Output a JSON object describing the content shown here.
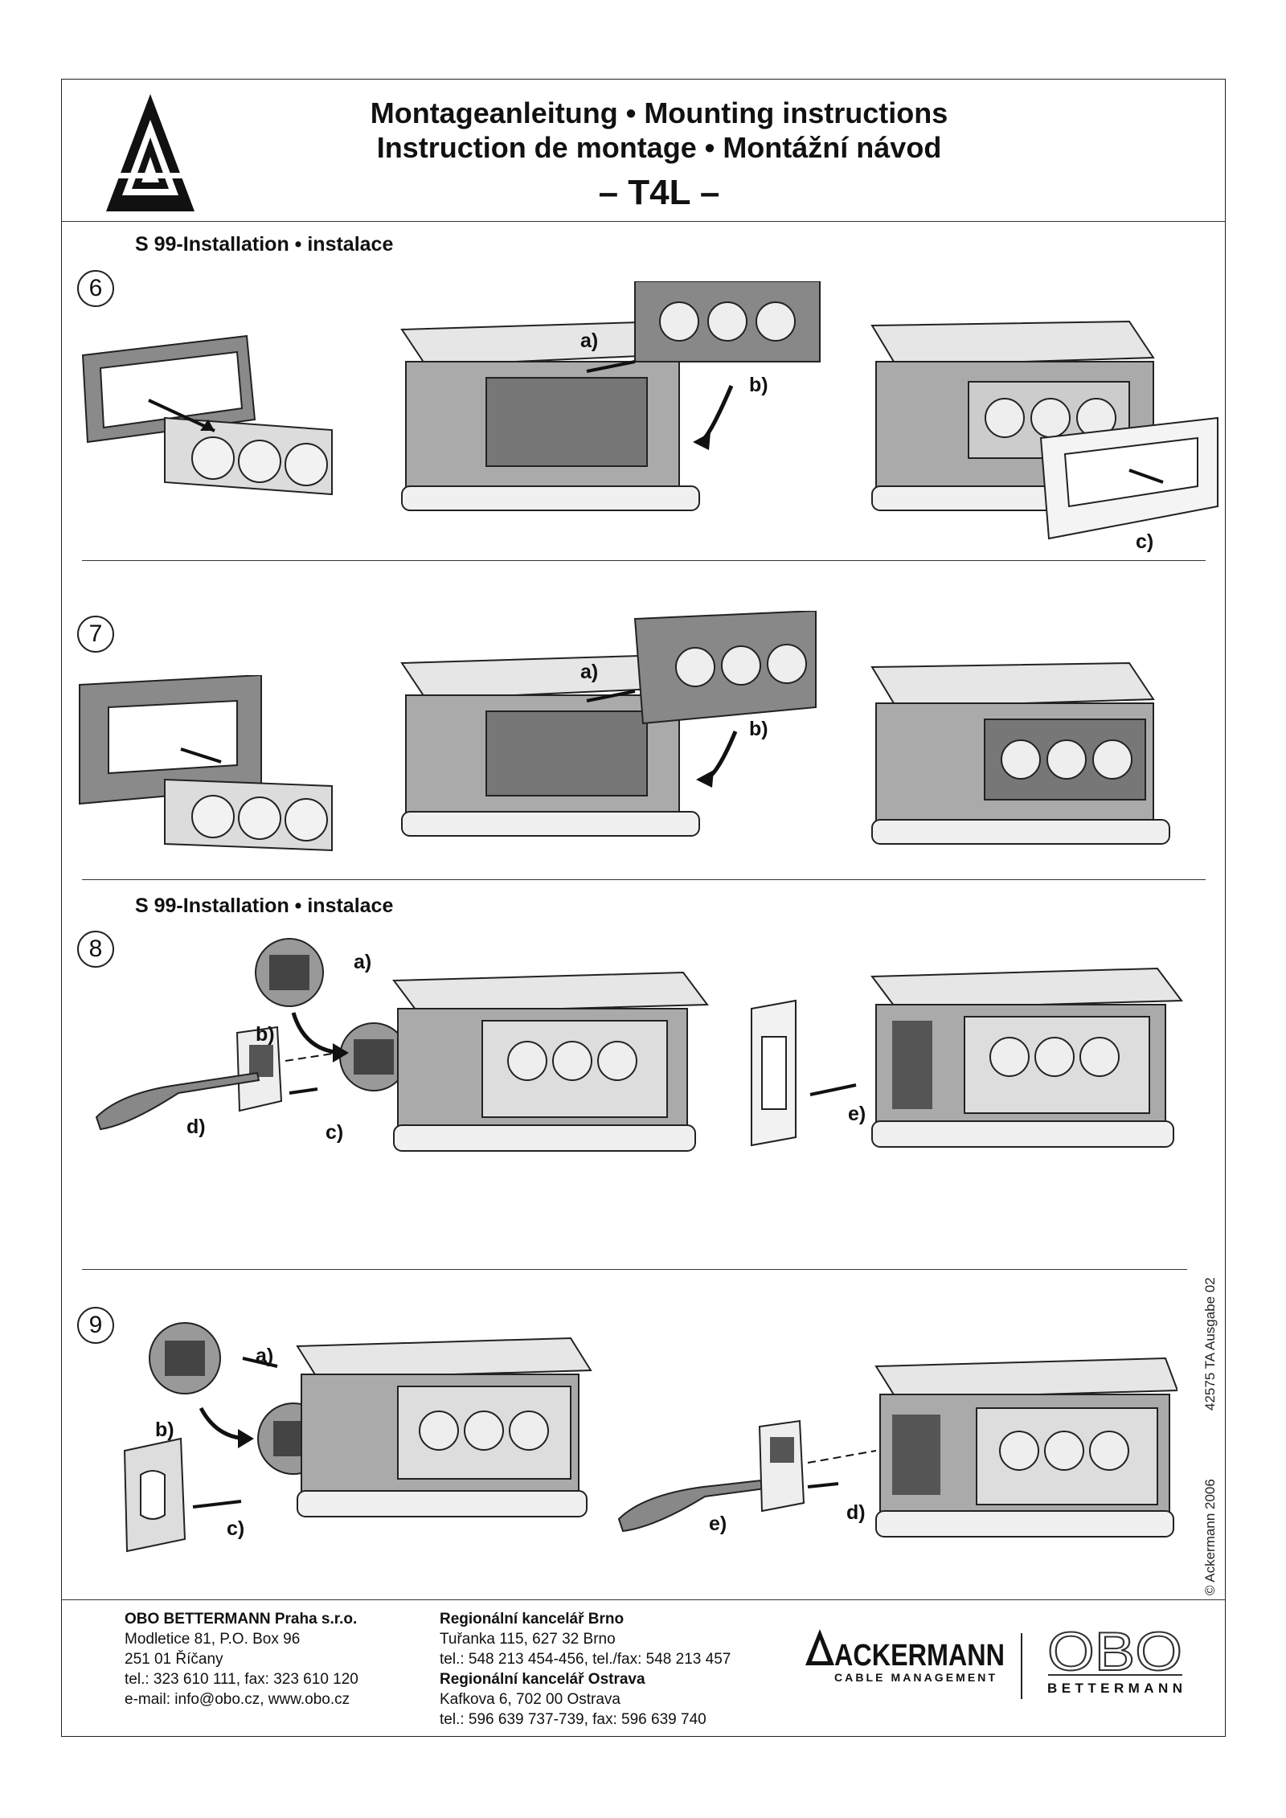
{
  "header": {
    "title_line1": "Montageanleitung • Mounting instructions",
    "title_line2": "Instruction de montage • Montážní návod",
    "model": "– T4L –"
  },
  "sections": {
    "section_a_heading": "S 99-Installation • instalace",
    "section_b_heading": "S 99-Installation • instalace"
  },
  "steps": {
    "step6": {
      "number": "6",
      "labels": {
        "a": "a)",
        "b": "b)",
        "c": "c)"
      }
    },
    "step7": {
      "number": "7",
      "labels": {
        "a": "a)",
        "b": "b)"
      }
    },
    "step8": {
      "number": "8",
      "labels": {
        "a": "a)",
        "b": "b)",
        "c": "c)",
        "d": "d)",
        "e": "e)"
      }
    },
    "step9": {
      "number": "9",
      "labels": {
        "a": "a)",
        "b": "b)",
        "c": "c)",
        "d": "d)",
        "e": "e)"
      }
    }
  },
  "side_text": {
    "doc_code": "42575 TA  Ausgabe 02",
    "copyright": "© Ackermann 2006"
  },
  "footer": {
    "company": {
      "name": "OBO BETTERMANN Praha s.r.o.",
      "line1": "Modletice 81, P.O. Box 96",
      "line2": "251 01 Říčany",
      "line3": "tel.: 323 610 111, fax: 323 610 120",
      "line4": "e-mail: info@obo.cz, www.obo.cz"
    },
    "brno": {
      "name": "Regionální kancelář Brno",
      "line1": "Tuřanka 115, 627 32 Brno",
      "line2": "tel.: 548 213 454-456, tel./fax: 548 213 457"
    },
    "ostrava": {
      "name": "Regionální kancelář Ostrava",
      "line1": "Kafkova 6, 702 00 Ostrava",
      "line2": "tel.: 596 639 737-739, fax: 596 639 740"
    }
  },
  "logos": {
    "ackermann_name": "ACKERMANN",
    "ackermann_tagline": "CABLE MANAGEMENT",
    "obo_name": "OBO",
    "obo_tagline": "BETTERMANN"
  }
}
